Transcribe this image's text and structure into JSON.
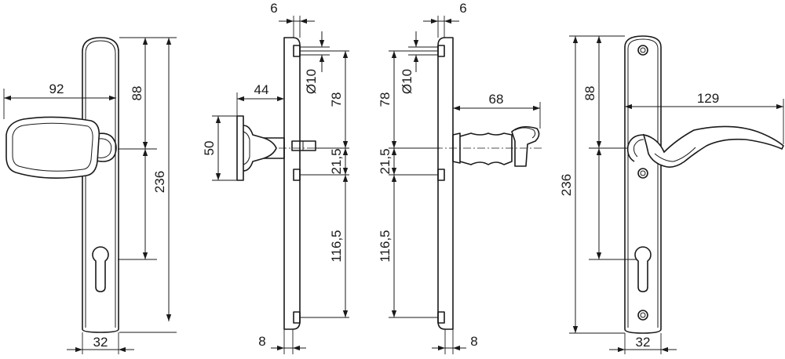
{
  "front_lever_knob_view": {
    "knob_projection": "92",
    "spindle_to_cylinder": "88",
    "plate_length": "236",
    "plate_width": "32"
  },
  "side_knob_view": {
    "top_fixing_offset": "6",
    "fixing_diameter": "Ø10",
    "knob_projection": "44",
    "knob_diameter": "50",
    "top_fixing_to_spindle": "78",
    "spindle_to_fixing": "21,5",
    "fixing_to_bottom_fixing": "116,5",
    "plate_thickness": "8"
  },
  "side_lever_view": {
    "top_fixing_offset": "6",
    "fixing_diameter": "Ø10",
    "lever_projection": "68",
    "top_fixing_to_spindle": "78",
    "spindle_to_fixing": "21,5",
    "fixing_to_bottom_fixing": "116,5",
    "plate_thickness": "8"
  },
  "front_lever_view": {
    "lever_length": "129",
    "spindle_to_cylinder": "88",
    "plate_length": "236",
    "plate_width": "32"
  }
}
